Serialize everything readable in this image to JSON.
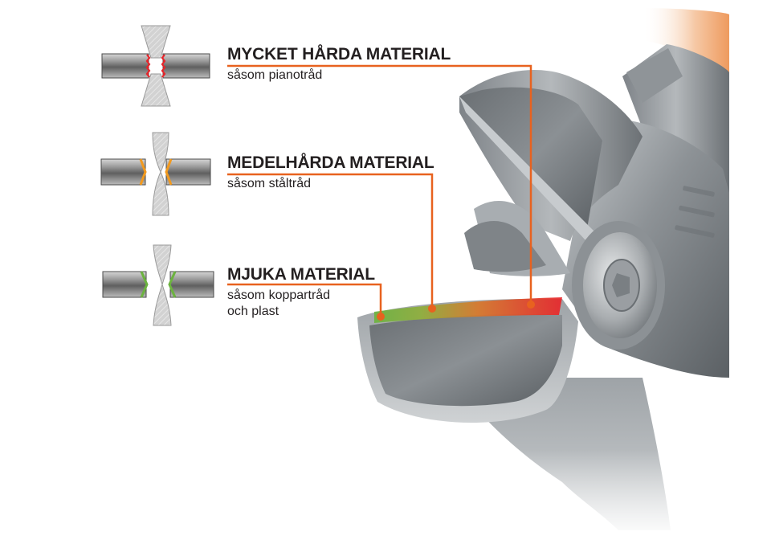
{
  "materials": [
    {
      "title": "MYCKET HÅRDA MATERIAL",
      "sub": [
        "såsom pianotråd"
      ],
      "color": "#e8242a"
    },
    {
      "title": "MEDELHÅRDA MATERIAL",
      "sub": [
        "såsom ståltråd"
      ],
      "color": "#f29a1f"
    },
    {
      "title": "MJUKA MATERIAL",
      "sub": [
        "såsom koppartråd",
        "och plast"
      ],
      "color": "#6cb33f"
    }
  ],
  "colors": {
    "leader_line": "#e8621f",
    "text": "#231f20",
    "handle": "#f0a06a"
  },
  "icons": {
    "hard": "wire-cut-blunt-blade-icon",
    "medium": "wire-cut-medium-blade-icon",
    "soft": "wire-cut-sharp-blade-icon",
    "product": "end-cutting-pliers-icon"
  }
}
